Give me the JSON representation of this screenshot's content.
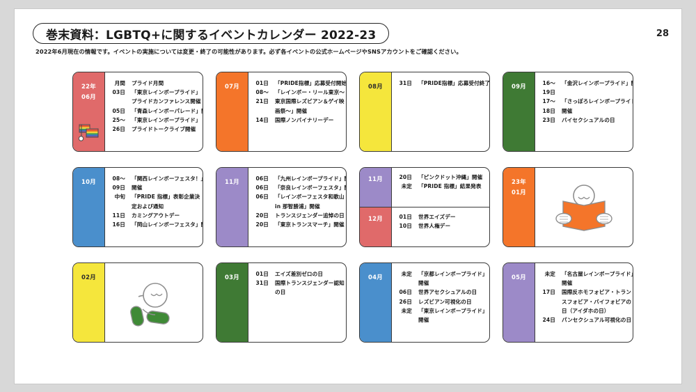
{
  "header": {
    "title": "巻末資料：LGBTQ+に関するイベントカレンダー 2022-23",
    "page_number": "28",
    "subtitle": "2022年6月現在の情報です。イベントの実施については変更・終了の可能性があります。必ず各イベントの公式ホームページやSNSアカウントをご確認ください。"
  },
  "colors": {
    "red": "#e06a6a",
    "orange": "#f4752a",
    "yellow": "#f5e63c",
    "green": "#3f7a34",
    "blue": "#4a8fcc",
    "purple": "#9c8ac8",
    "red2": "#e06a6a",
    "orange2": "#f4752a",
    "border": "#3a3a3a"
  },
  "cards": [
    {
      "id": "card-2022-06",
      "label_color": "red",
      "label_text_dark": false,
      "label_lines": [
        "22年",
        "06月"
      ],
      "icon": "rainbow-flag-icon",
      "events": [
        {
          "day": "月間",
          "text": "プライド月間"
        },
        {
          "day": "03日",
          "text": "「東京レインボープライド」"
        },
        {
          "day": "",
          "text": "プライドカンファレンス開催"
        },
        {
          "day": "05日",
          "text": "「青森レインボーパレード」開催"
        },
        {
          "day": "25〜",
          "text": "「東京レインボープライド」"
        },
        {
          "day": "26日",
          "text": "プライドトークライブ開催"
        }
      ]
    },
    {
      "id": "card-2022-07",
      "label_color": "orange",
      "label_text_dark": false,
      "label_lines": [
        "07月"
      ],
      "icon": null,
      "events": [
        {
          "day": "01日",
          "text": "「PRIDE指標」応募受付開始"
        },
        {
          "day": "08〜",
          "text": "「レインボー・リール東京〜"
        },
        {
          "day": "21日",
          "text": "東京国際レズビアン＆ゲイ映"
        },
        {
          "day": "",
          "text": "画祭〜」開催"
        },
        {
          "day": "14日",
          "text": "国際ノンバイナリーデー"
        }
      ]
    },
    {
      "id": "card-2022-08",
      "label_color": "yellow",
      "label_text_dark": true,
      "label_lines": [
        "08月"
      ],
      "icon": null,
      "events": [
        {
          "day": "31日",
          "text": "「PRIDE指標」応募受付終了"
        }
      ]
    },
    {
      "id": "card-2022-09",
      "label_color": "green",
      "label_text_dark": false,
      "label_lines": [
        "09月"
      ],
      "icon": null,
      "events": [
        {
          "day": "16〜",
          "text": "「金沢レインボープライド」開催"
        },
        {
          "day": "19日",
          "text": ""
        },
        {
          "day": "17〜",
          "text": "「さっぽろレインボープライド」"
        },
        {
          "day": "18日",
          "text": "開催"
        },
        {
          "day": "23日",
          "text": "バイセクシュアルの日"
        }
      ]
    },
    {
      "id": "card-2022-10",
      "label_color": "blue",
      "label_text_dark": false,
      "label_lines": [
        "10月"
      ],
      "icon": null,
      "events": [
        {
          "day": "08〜",
          "text": "「関西レインボーフェスタ！」"
        },
        {
          "day": "09日",
          "text": "開催"
        },
        {
          "day": "中旬",
          "text": "「PRIDE 指標」表彰企業決"
        },
        {
          "day": "",
          "text": "定および通知"
        },
        {
          "day": "11日",
          "text": "カミングアウトデー"
        },
        {
          "day": "16日",
          "text": "「岡山レインボーフェスタ」開催"
        }
      ]
    },
    {
      "id": "card-2022-11",
      "label_color": "purple",
      "label_text_dark": false,
      "label_lines": [
        "11月"
      ],
      "icon": null,
      "events": [
        {
          "day": "06日",
          "text": "「九州レインボープライド」開催"
        },
        {
          "day": "06日",
          "text": "「奈良レインボーフェスタ」開催"
        },
        {
          "day": "06日",
          "text": "「レインボーフェスタ和歌山"
        },
        {
          "day": "",
          "text": "in 那智勝浦」開催"
        },
        {
          "day": "20日",
          "text": "トランスジェンダー追悼の日"
        },
        {
          "day": "20日",
          "text": "「東京トランスマーチ」開催"
        }
      ]
    },
    {
      "id": "card-2022-11-12-split",
      "split": true,
      "parts": [
        {
          "label_color": "purple",
          "label_text_dark": false,
          "label_lines": [
            "11月"
          ],
          "events": [
            {
              "day": "20日",
              "text": "「ピンクドット沖縄」開催"
            },
            {
              "day": "未定",
              "text": "「PRIDE 指標」結果発表"
            }
          ]
        },
        {
          "label_color": "red2",
          "label_text_dark": false,
          "label_lines": [
            "12月"
          ],
          "events": [
            {
              "day": "01日",
              "text": "世界エイズデー"
            },
            {
              "day": "10日",
              "text": "世界人権デー"
            }
          ]
        }
      ]
    },
    {
      "id": "card-2023-01",
      "label_color": "orange2",
      "label_text_dark": false,
      "label_lines": [
        "23年",
        "01月"
      ],
      "icon": null,
      "illustration": "person-reading-book-illustration",
      "events": []
    },
    {
      "id": "card-2023-02",
      "label_color": "yellow",
      "label_text_dark": true,
      "label_lines": [
        "02月"
      ],
      "icon": null,
      "illustration": "person-sitting-illustration",
      "events": []
    },
    {
      "id": "card-2023-03",
      "label_color": "green",
      "label_text_dark": false,
      "label_lines": [
        "03月"
      ],
      "icon": null,
      "events": [
        {
          "day": "01日",
          "text": "エイズ差別ゼロの日"
        },
        {
          "day": "31日",
          "text": "国際トランスジェンダー認知"
        },
        {
          "day": "",
          "text": "の日"
        }
      ]
    },
    {
      "id": "card-2023-04",
      "label_color": "blue",
      "label_text_dark": false,
      "label_lines": [
        "04月"
      ],
      "icon": null,
      "events": [
        {
          "day": "未定",
          "text": "「京都レインボープライド」"
        },
        {
          "day": "",
          "text": "開催"
        },
        {
          "day": "06日",
          "text": "世界アセクシュアルの日"
        },
        {
          "day": "26日",
          "text": "レズビアン可視化の日"
        },
        {
          "day": "未定",
          "text": "「東京レインボープライド」"
        },
        {
          "day": "",
          "text": "開催"
        }
      ]
    },
    {
      "id": "card-2023-05",
      "label_color": "purple",
      "label_text_dark": false,
      "label_lines": [
        "05月"
      ],
      "icon": null,
      "events": [
        {
          "day": "未定",
          "text": "「名古屋レインボープライド」"
        },
        {
          "day": "",
          "text": "開催"
        },
        {
          "day": "17日",
          "text": "国際反ホモフォビア・トラン"
        },
        {
          "day": "",
          "text": "スフォビア・バイフォビアの"
        },
        {
          "day": "",
          "text": "日（アイダホの日）"
        },
        {
          "day": "24日",
          "text": "パンセクシュアル可視化の日"
        }
      ]
    }
  ]
}
